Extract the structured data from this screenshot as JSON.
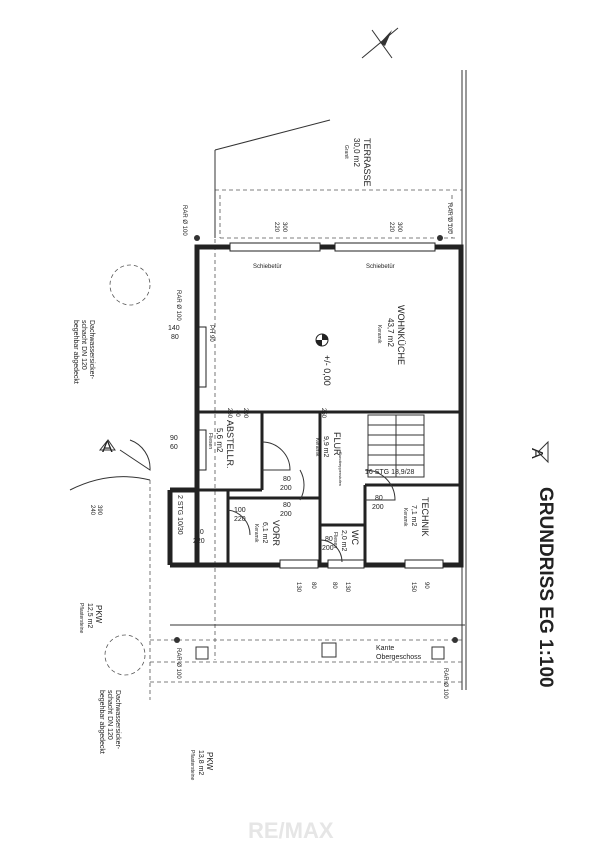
{
  "title": "GRUNDRISS EG 1:100",
  "section_marks": [
    "A",
    "A"
  ],
  "rooms": {
    "terrasse": {
      "name": "TERRASSE",
      "area": "30,0 m2",
      "floor": "Granit"
    },
    "wohnkueche": {
      "name": "WOHNKÜCHE",
      "area": "43,7 m2",
      "floor": "Keramik"
    },
    "abstellr": {
      "name": "ABSTELLR.",
      "area": "5,6 m2",
      "floor": "Fliesen"
    },
    "flur": {
      "name": "FLUR",
      "area": "9,9 m2",
      "floor": "Keramik",
      "note": "Rundtreppenstufen"
    },
    "technik": {
      "name": "TECHNIK",
      "area": "7,1 m2",
      "floor": "Keramik"
    },
    "vorr": {
      "name": "VORR",
      "area": "6,1 m2",
      "floor": "Keramik"
    },
    "wc": {
      "name": "WC",
      "area": "2,0 m2",
      "floor": "Fliesen"
    },
    "pkw_upper": {
      "name": "PKW",
      "area": "12,5 m2",
      "floor": "Pflastersteine"
    },
    "pkw_lower": {
      "name": "PKW",
      "area": "13,8 m2",
      "floor": "Pflastersteine"
    }
  },
  "labels": {
    "schiebetuer": "Schiebetür",
    "level": "+/- 0,00",
    "stairs_flur": "16 STG 18,9/28",
    "stairs_entry": "2 STG 10/30",
    "ph": "PH 90",
    "kante": "Kante",
    "obergeschoss": "Obergeschoss",
    "rar": "RAR Ø 100",
    "sickerschacht": [
      "Dachwassersicker-",
      "schacht DN 120",
      "begehbar abgedeckt"
    ]
  },
  "dimensions": {
    "terrace_window_left": [
      "300",
      "220"
    ],
    "terrace_window_right": [
      "300",
      "220"
    ],
    "window_140": [
      "140",
      "80"
    ],
    "window_90": [
      "90",
      "60"
    ],
    "door_abst": [
      "80",
      "200"
    ],
    "door_flur_top": [
      "80",
      "200"
    ],
    "door_flur_mid": [
      "80",
      "200"
    ],
    "door_technik": [
      "80",
      "200"
    ],
    "door_vorr": [
      "100",
      "220"
    ],
    "door_entry": [
      "80",
      "220"
    ],
    "door_wc": [
      "80",
      "200"
    ],
    "window_bottom_1": [
      "80",
      "130"
    ],
    "window_bottom_2": [
      "80",
      "130"
    ],
    "window_bottom_3": [
      "90",
      "150"
    ],
    "door_260": "260",
    "door_250": "250",
    "door_390": [
      "390",
      "240"
    ]
  },
  "watermark": "RE/MAX"
}
